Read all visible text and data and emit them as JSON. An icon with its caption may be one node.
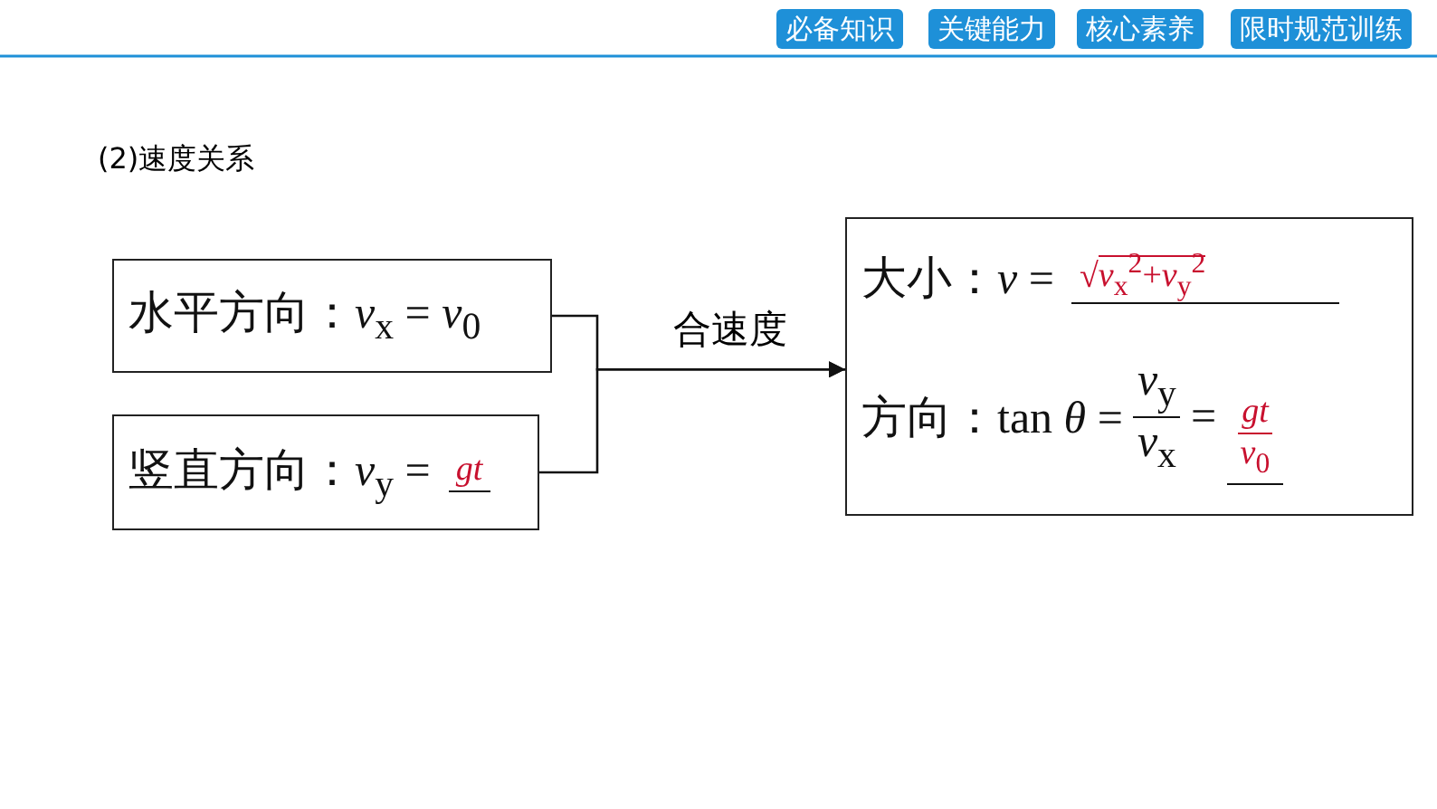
{
  "diagram": {
    "title": "(2)速度关系",
    "nodes": [
      {
        "text": [
          "水平方向：*v*$_{x}$ = *v*$_{0}$"
        ]
      },
      {
        "text": [
          "竖直方向：*v*$_{y}$ =",
          "*gt*"
        ]
      },
      {
        "text": [
          "大小：*v* =",
          "√*v*$_{x}$$^{2}$+*v*$_{y}$$^{2}$",
          "方向：tan *θ* =",
          "*v*$_{y}$",
          "*v*$_{x}$",
          "=",
          "*gt*",
          "*v*$_{0}$"
        ]
      }
    ],
    "edges": [
      {
        "from": 0,
        "to": 2,
        "arrow": "to",
        "label": "合速度"
      },
      {
        "from": 1,
        "to": 2,
        "arrow": "to"
      }
    ],
    "labels": [
      "必备知识",
      "关键能力",
      "核心素养",
      "限时规范训练"
    ]
  }
}
